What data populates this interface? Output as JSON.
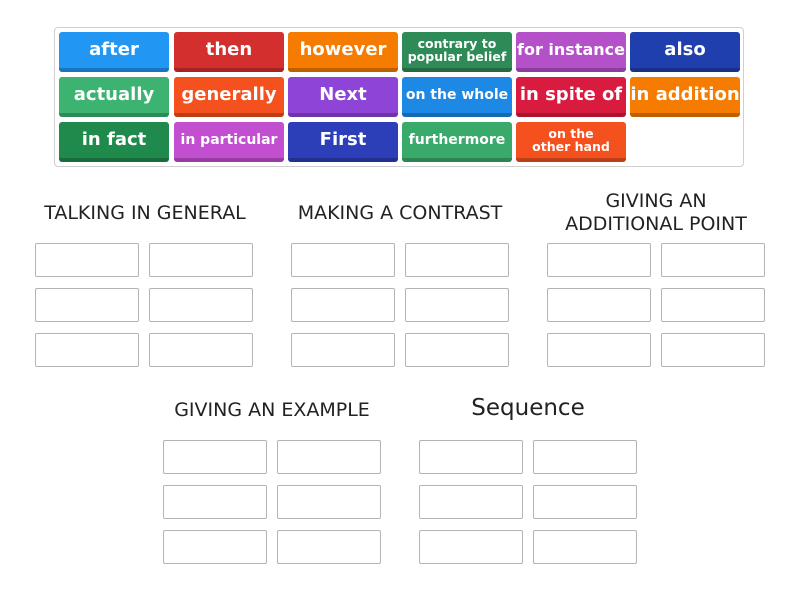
{
  "tiles": [
    {
      "text": "after",
      "color": "#2196f3"
    },
    {
      "text": "then",
      "color": "#d32f2f"
    },
    {
      "text": "however",
      "color": "#f57c00"
    },
    {
      "text": "contrary to popular belief",
      "color": "#2e8b57"
    },
    {
      "text": "for instance",
      "color": "#b450c8"
    },
    {
      "text": "also",
      "color": "#1f3fae"
    },
    {
      "text": "actually",
      "color": "#3cb371"
    },
    {
      "text": "generally",
      "color": "#f4511e"
    },
    {
      "text": "Next",
      "color": "#8e44d6"
    },
    {
      "text": "on the whole",
      "color": "#1e88e5"
    },
    {
      "text": "in spite of",
      "color": "#d81b3f"
    },
    {
      "text": "in addition",
      "color": "#f57c00"
    },
    {
      "text": "in fact",
      "color": "#1f8a4c"
    },
    {
      "text": "in particular",
      "color": "#c24fd0"
    },
    {
      "text": "First",
      "color": "#2c3fb8"
    },
    {
      "text": "furthermore",
      "color": "#3aaa6a"
    },
    {
      "text": "on the\nother hand",
      "color": "#f4511e"
    }
  ],
  "groups": [
    {
      "title": "TALKING IN GENERAL"
    },
    {
      "title": "MAKING A CONTRAST"
    },
    {
      "title": "GIVING AN\nADDITIONAL POINT"
    },
    {
      "title": "GIVING AN EXAMPLE"
    },
    {
      "title": "Sequence"
    }
  ]
}
